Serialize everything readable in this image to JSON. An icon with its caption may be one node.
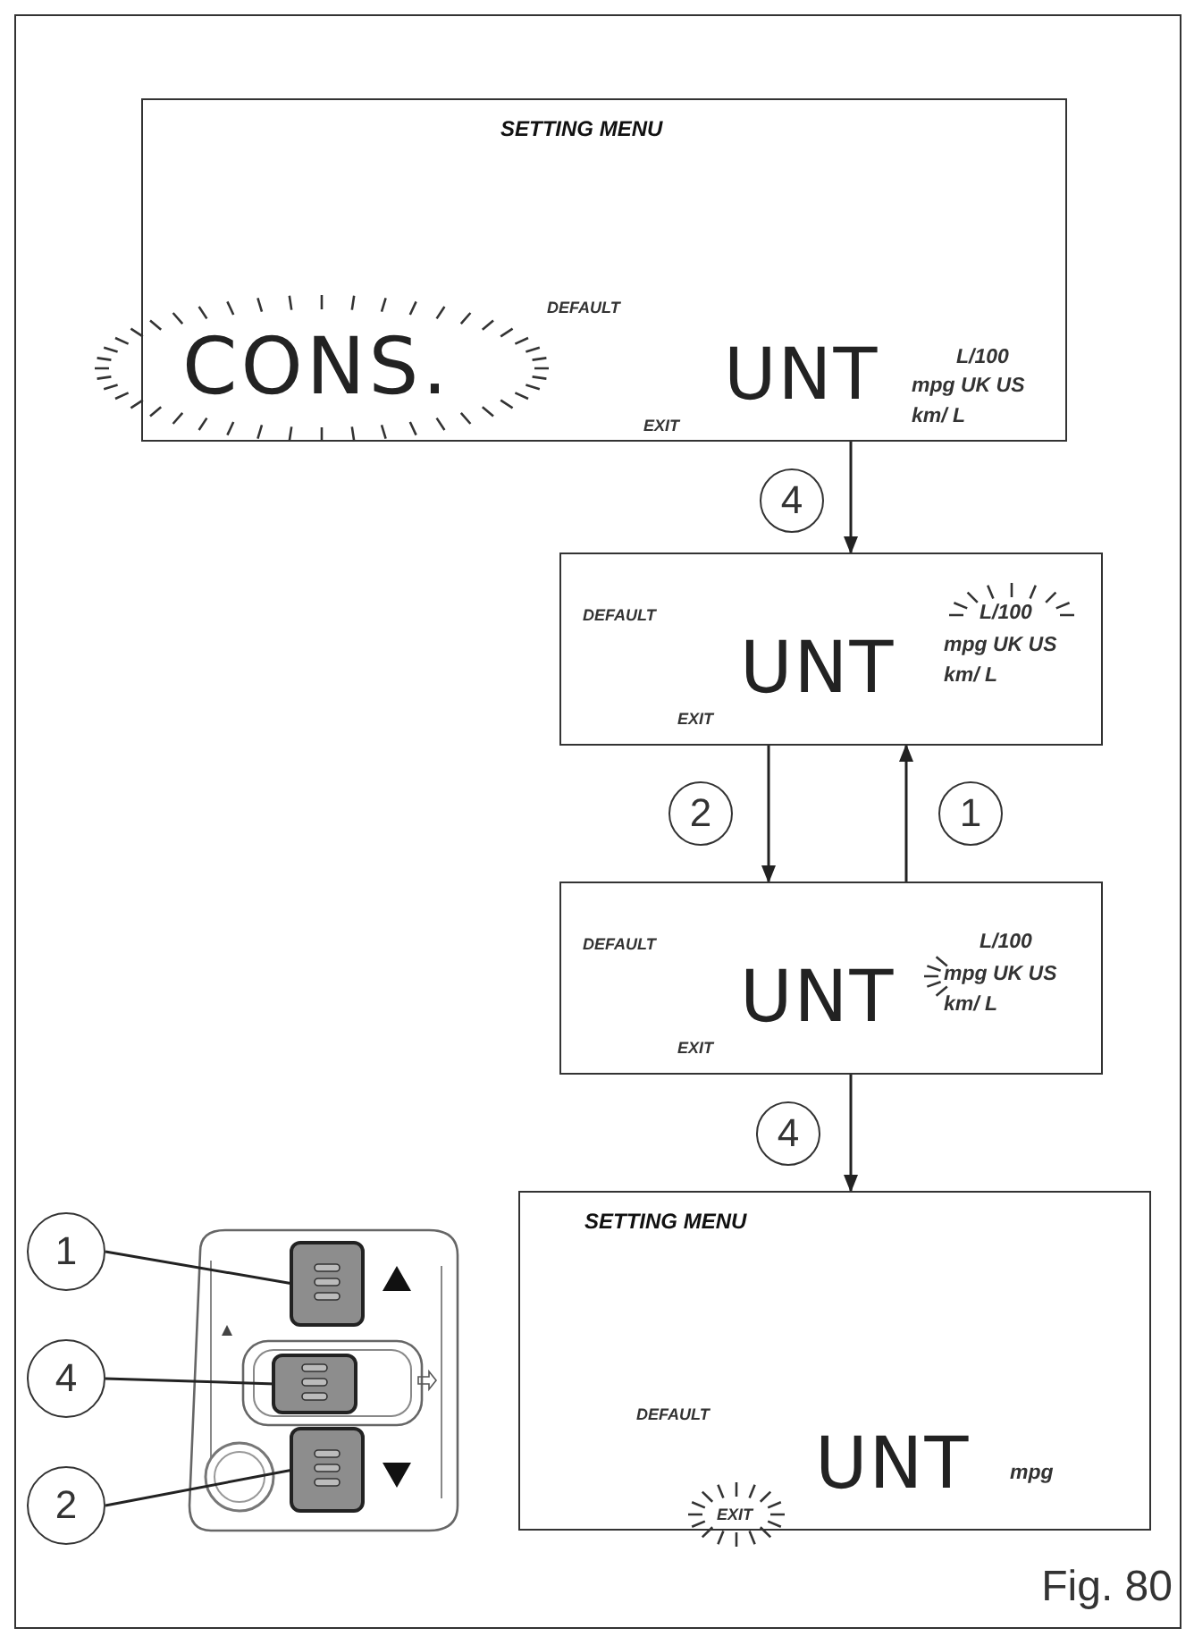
{
  "diagram": {
    "nodes": [
      {
        "text": [
          "SETTING MENU",
          "DEFAULT",
          "CONS.",
          "UNT",
          "L/100",
          "mpg UK US",
          "km/ L",
          "EXIT"
        ]
      },
      {
        "text": [
          "DEFAULT",
          "UNT",
          "L/100",
          "mpg UK US",
          "km/ L",
          "EXIT"
        ]
      },
      {
        "text": [
          "DEFAULT",
          "UNT",
          "L/100",
          "mpg UK US",
          "km/ L",
          "EXIT"
        ]
      },
      {
        "text": [
          "SETTING MENU",
          "DEFAULT",
          "UNT",
          "mpg",
          "EXIT"
        ]
      },
      {
        "text": [
          "1"
        ]
      },
      {
        "text": [
          "4"
        ]
      },
      {
        "text": [
          "2"
        ]
      },
      {
        "text": [],
        "shape": "box"
      },
      {
        "text": [],
        "shape": "box"
      },
      {
        "text": [],
        "shape": "box"
      }
    ],
    "edges": [
      {
        "from": 0,
        "to": 1,
        "arrow": "to",
        "label": "4"
      },
      {
        "from": 1,
        "to": 2,
        "arrow": "to",
        "label": "2"
      },
      {
        "from": 2,
        "to": 1,
        "arrow": "to",
        "label": "1"
      },
      {
        "from": 2,
        "to": 3,
        "arrow": "to",
        "label": "4"
      },
      {
        "from": 4,
        "to": 7,
        "arrow": "none"
      },
      {
        "from": 5,
        "to": 8,
        "arrow": "none"
      },
      {
        "from": 6,
        "to": 9,
        "arrow": "none"
      }
    ],
    "labels": [
      "Fig. 80"
    ]
  }
}
